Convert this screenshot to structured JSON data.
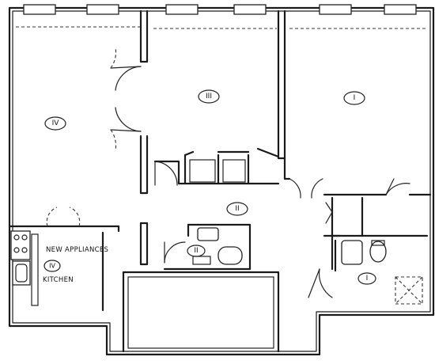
{
  "plan": {
    "rooms": [
      {
        "id": "r-iv",
        "label": "IV"
      },
      {
        "id": "r-iii",
        "label": "III"
      },
      {
        "id": "r-i",
        "label": "I"
      },
      {
        "id": "r-ii",
        "label": "II"
      },
      {
        "id": "bath-ii",
        "label": "II"
      },
      {
        "id": "bath-i",
        "label": "I"
      },
      {
        "id": "kitchen",
        "label": "IV"
      }
    ],
    "notes": {
      "appliances": "NEW APPLIANCES",
      "kitchen": "KITCHEN"
    }
  }
}
